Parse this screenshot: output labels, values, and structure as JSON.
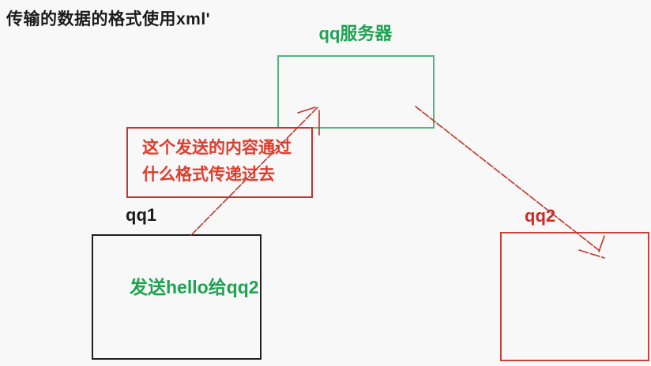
{
  "page": {
    "title": "传输的数据的格式使用xml'",
    "background": "#f8f8f8"
  },
  "server": {
    "label": "qq服务器",
    "label_color": "#1ea351",
    "box_border_color": "#55b580"
  },
  "note": {
    "lines": [
      "这个发送的内容通过",
      "什么格式传递过去"
    ],
    "text_color": "#e13b2b",
    "box_border_color": "#c1352c"
  },
  "client1": {
    "label": "qq1",
    "label_color": "#1b1b1b",
    "box_border_color": "#1f1f1f",
    "message": "发送hello给qq2",
    "message_color": "#1ea351"
  },
  "client2": {
    "label": "qq2",
    "label_color": "#cc2a24",
    "box_border_color": "#c2453e"
  },
  "arrows": {
    "color": "#c1352c",
    "qq1_to_server": "qq1 box → qq服务器 box",
    "server_to_qq2": "qq服务器 box → qq2 box"
  }
}
